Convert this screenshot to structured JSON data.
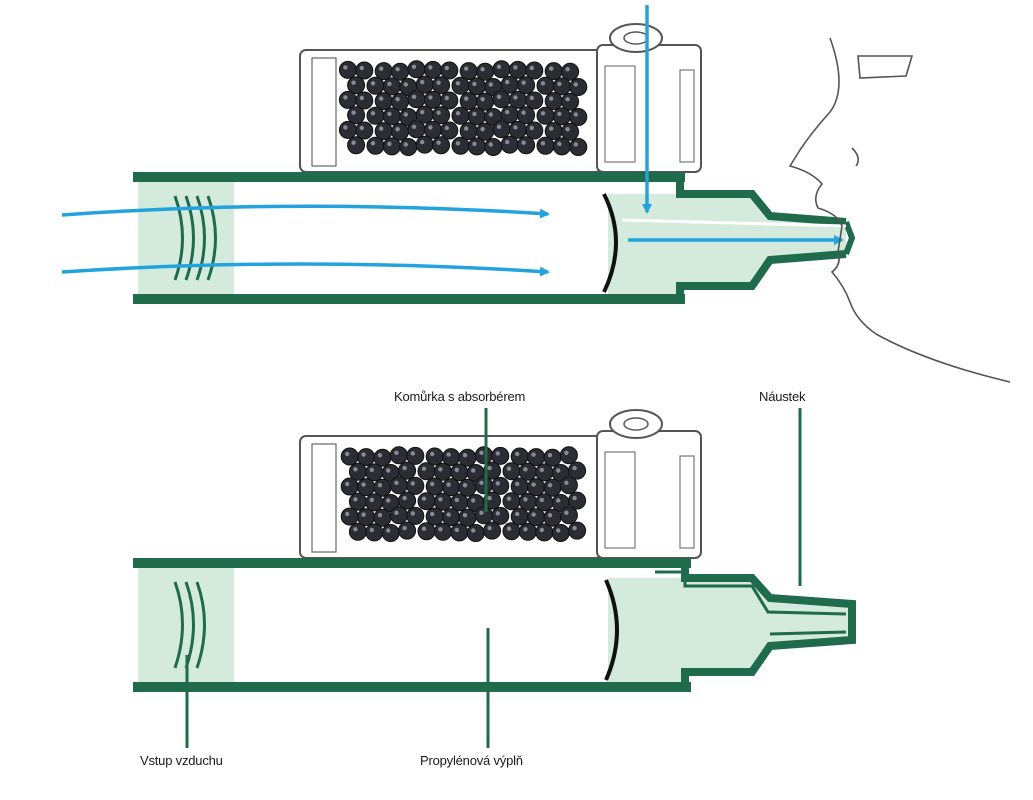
{
  "labels": {
    "absorber_cell": "Komůrka s absorbérem",
    "mouthpiece": "Náustek",
    "air_inlet": "Vstup vzduchu",
    "propylene_fill": "Propylénová výplň"
  },
  "colors": {
    "tube_wall": "#1f6b4c",
    "tube_fill": "#d3eadc",
    "airflow_arrow": "#22a3dd",
    "absorber_bead": "#2c2c34",
    "outline": "#555555",
    "leader_line": "#1f6b4c"
  },
  "icons": [
    "airflow-arrow-icon",
    "absorber-bead-icon",
    "face-profile-icon"
  ]
}
